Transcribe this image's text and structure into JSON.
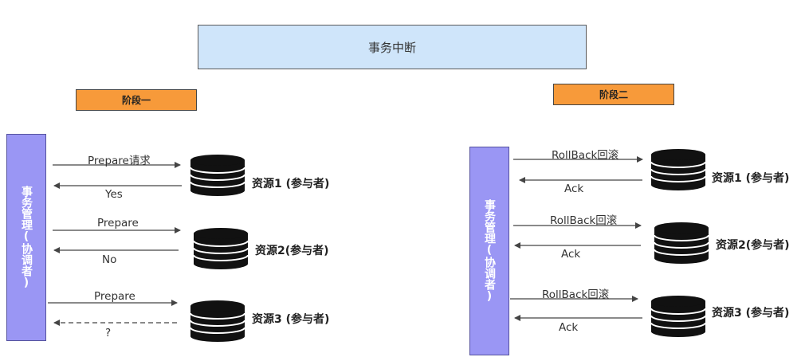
{
  "title": "事务中断",
  "phases": {
    "one": "阶段一",
    "two": "阶段二"
  },
  "coordinator_label": "事务管理(协调者)",
  "phase1": {
    "messages": [
      {
        "request": "Prepare请求",
        "response": "Yes",
        "resource": "资源1 (参与者)"
      },
      {
        "request": "Prepare",
        "response": "No",
        "resource": "资源2(参与者)"
      },
      {
        "request": "Prepare",
        "response": "?",
        "resource": "资源3 (参与者)"
      }
    ]
  },
  "phase2": {
    "messages": [
      {
        "request": "RollBack回滚",
        "response": "Ack",
        "resource": "资源1 (参与者)"
      },
      {
        "request": "RollBack回滚",
        "response": "Ack",
        "resource": "资源2(参与者)"
      },
      {
        "request": "RollBack回滚",
        "response": "Ack",
        "resource": "资源3 (参与者)"
      }
    ]
  },
  "icons": {
    "coordinator": "coordinator-box",
    "resource": "database-icon"
  }
}
